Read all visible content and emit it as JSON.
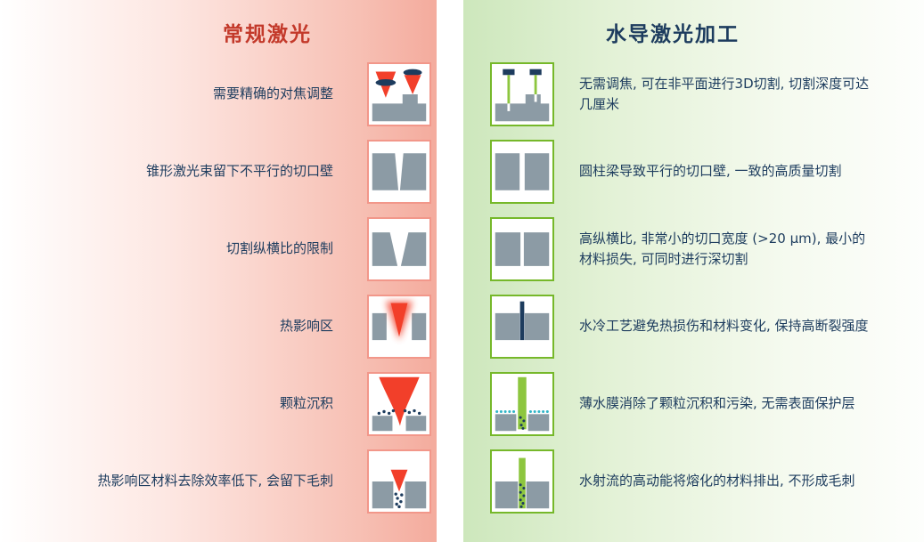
{
  "colors": {
    "accent_red": "#f23f2a",
    "accent_green": "#8dc63f",
    "border_green": "#76b82a",
    "border_salmon": "#f2978a",
    "navy": "#1d3c5e",
    "material_gray": "#8c9ba5",
    "water_teal": "#2fb4c7",
    "left_title_color": "#c3392a"
  },
  "left_panel": {
    "title": "常规激光",
    "rows": [
      {
        "label": "需要精确的对焦调整",
        "icon": "precise-focus-icon"
      },
      {
        "label": "锥形激光束留下不平行的切口壁",
        "icon": "tapered-kerf-icon"
      },
      {
        "label": "切割纵横比的限制",
        "icon": "aspect-ratio-limit-icon"
      },
      {
        "label": "热影响区",
        "icon": "heat-affected-zone-icon"
      },
      {
        "label": "颗粒沉积",
        "icon": "particle-deposition-icon"
      },
      {
        "label": "热影响区材料去除效率低下, 会留下毛刺",
        "icon": "burr-icon"
      }
    ]
  },
  "right_panel": {
    "title": "水导激光加工",
    "rows": [
      {
        "text": "无需调焦, 可在非平面进行3D切割, 切割深度可达几厘米",
        "icon": "no-focus-3d-cut-icon"
      },
      {
        "text": "圆柱梁导致平行的切口壁, 一致的高质量切割",
        "icon": "parallel-kerf-icon"
      },
      {
        "text": "高纵横比, 非常小的切口宽度 (>20 μm), 最小的材料损失, 可同时进行深切割",
        "icon": "high-aspect-ratio-icon"
      },
      {
        "text": "水冷工艺避免热损伤和材料变化, 保持高断裂强度",
        "icon": "water-cooled-icon"
      },
      {
        "text": "薄水膜消除了颗粒沉积和污染, 无需表面保护层",
        "icon": "thin-water-film-icon"
      },
      {
        "text": "水射流的高动能将熔化的材料排出, 不形成毛刺",
        "icon": "melt-ejection-icon"
      }
    ]
  }
}
